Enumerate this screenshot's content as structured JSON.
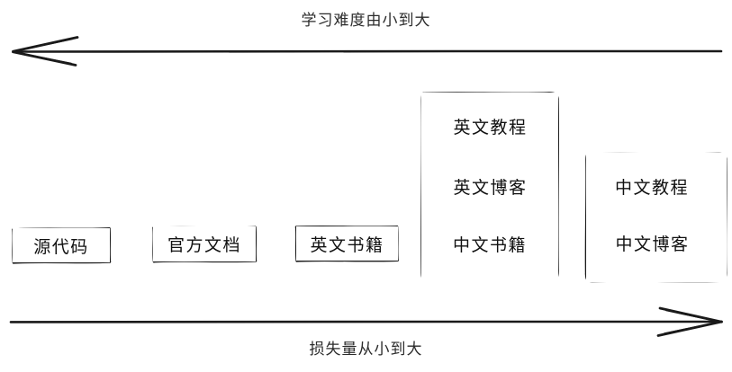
{
  "diagram": {
    "title_top": "学习难度由小到大",
    "title_bottom": "损失量从小到大",
    "top_axis": {
      "name": "learning-difficulty-axis",
      "direction": "left",
      "label": "学习难度由小到大"
    },
    "bottom_axis": {
      "name": "loss-amount-axis",
      "direction": "right",
      "label": "损失量从小到大"
    },
    "columns": [
      {
        "id": "col-1",
        "grouped": false,
        "items": [
          {
            "label": "源代码"
          }
        ]
      },
      {
        "id": "col-2",
        "grouped": false,
        "items": [
          {
            "label": "官方文档"
          }
        ]
      },
      {
        "id": "col-3",
        "grouped": false,
        "items": [
          {
            "label": "英文书籍"
          }
        ]
      },
      {
        "id": "col-4",
        "grouped": true,
        "items": [
          {
            "label": "英文教程"
          },
          {
            "label": "英文博客"
          },
          {
            "label": "中文书籍"
          }
        ]
      },
      {
        "id": "col-5",
        "grouped": true,
        "items": [
          {
            "label": "中文教程"
          },
          {
            "label": "中文博客"
          }
        ]
      }
    ],
    "colors": {
      "stroke": "#111111",
      "text": "#111111",
      "background": "#ffffff",
      "axis": "#2b2b2b"
    }
  }
}
